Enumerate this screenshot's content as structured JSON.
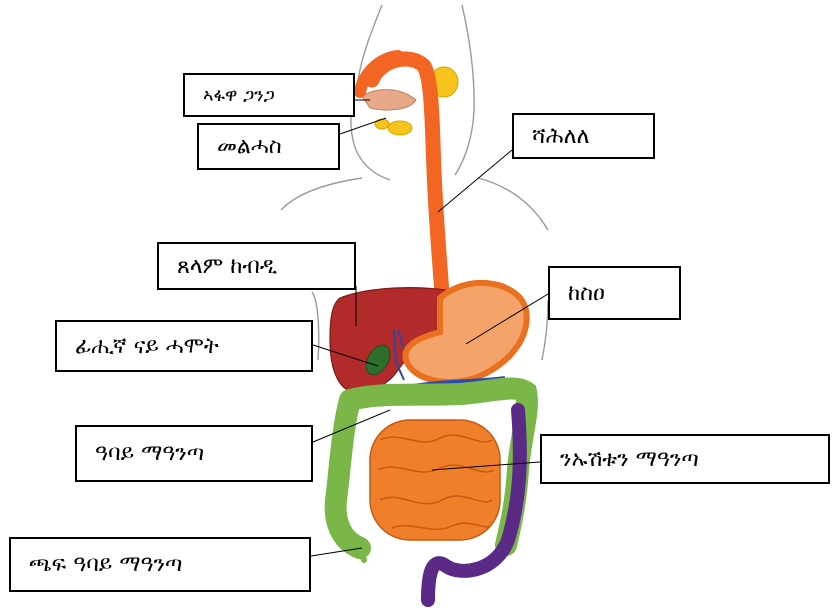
{
  "labels": {
    "mouth": "ኣፋዋ ጋንጋ",
    "tongue": "መልሓስ",
    "esophagus": "ሻሕለለ",
    "liver": "ጸላም ከብዲ",
    "stomach": "ከስዐ",
    "gallbladder": "ፊሒኛ ናይ ሓሞት",
    "large_intestine": "ዓባይ ማዓንጣ",
    "small_intestine": "ንኡሽቱን ማዓንጣ",
    "rectum": "ጫፍ ዓባይ ማዓንጣ"
  },
  "colors": {
    "body_outline": "#9a9a9a",
    "esophagus": "#f26522",
    "salivary": "#f7c41d",
    "liver": "#b22a2a",
    "gallbladder": "#2d6e2d",
    "stomach": "#f4a36a",
    "large_intestine": "#7ab648",
    "small_intestine": "#f07f2b",
    "rectum": "#5b2a86"
  }
}
